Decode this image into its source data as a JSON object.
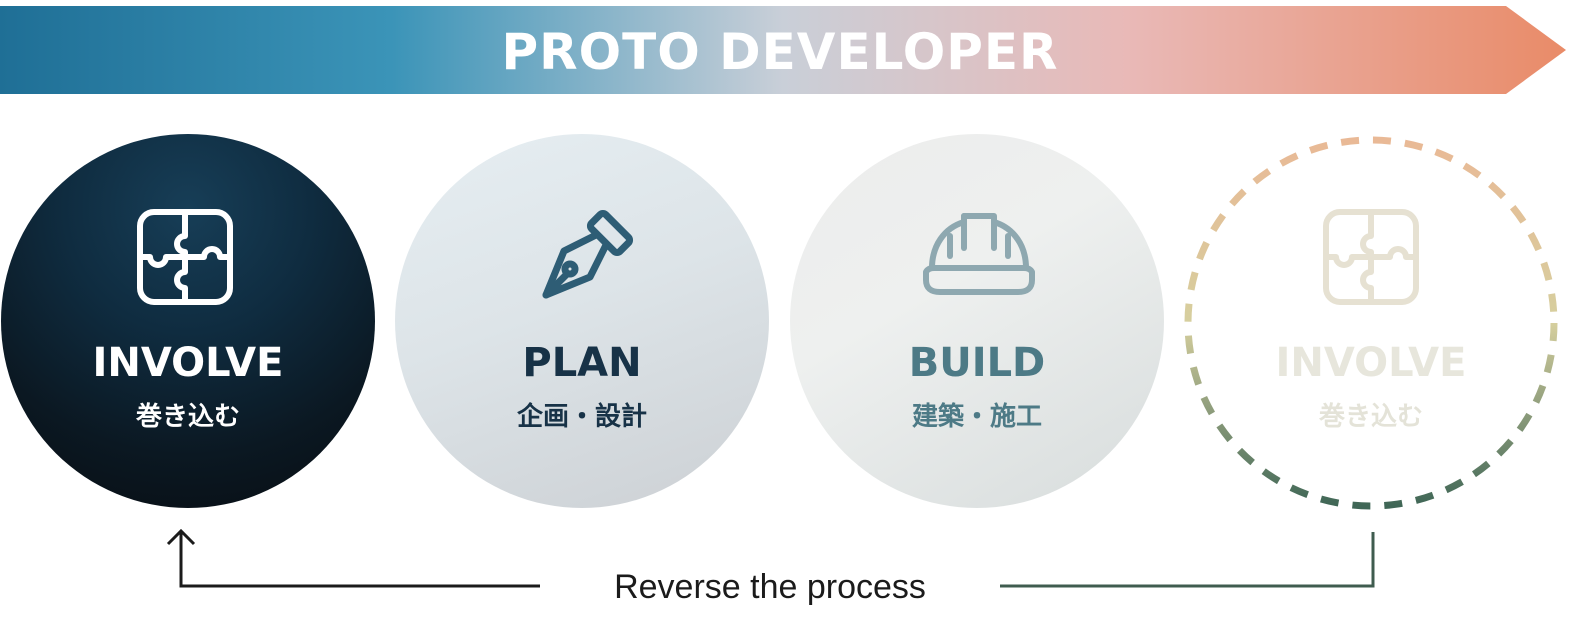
{
  "banner": {
    "title": "PROTO DEVELOPER",
    "gradient_colors": [
      "#1f6f96",
      "#3b94b8",
      "#c9cfd8",
      "#e9b9b7",
      "#e98b68"
    ]
  },
  "steps": [
    {
      "label": "INVOLVE",
      "sublabel": "巻き込む",
      "icon": "puzzle-icon",
      "label_color": "#ffffff",
      "sublabel_color": "#ffffff"
    },
    {
      "label": "PLAN",
      "sublabel": "企画・設計",
      "icon": "fountain-pen-icon",
      "label_color": "#173247",
      "sublabel_color": "#173247"
    },
    {
      "label": "BUILD",
      "sublabel": "建築・施工",
      "icon": "hard-hat-icon",
      "label_color": "#4d7a86",
      "sublabel_color": "#4d7a86"
    },
    {
      "label": "INVOLVE",
      "sublabel": "巻き込む",
      "icon": "puzzle-icon",
      "label_color": "#e7e6dc",
      "sublabel_color": "#e4e3d8"
    }
  ],
  "return_arrow": {
    "label": "Reverse the process",
    "line_color": "#2a3a33"
  }
}
